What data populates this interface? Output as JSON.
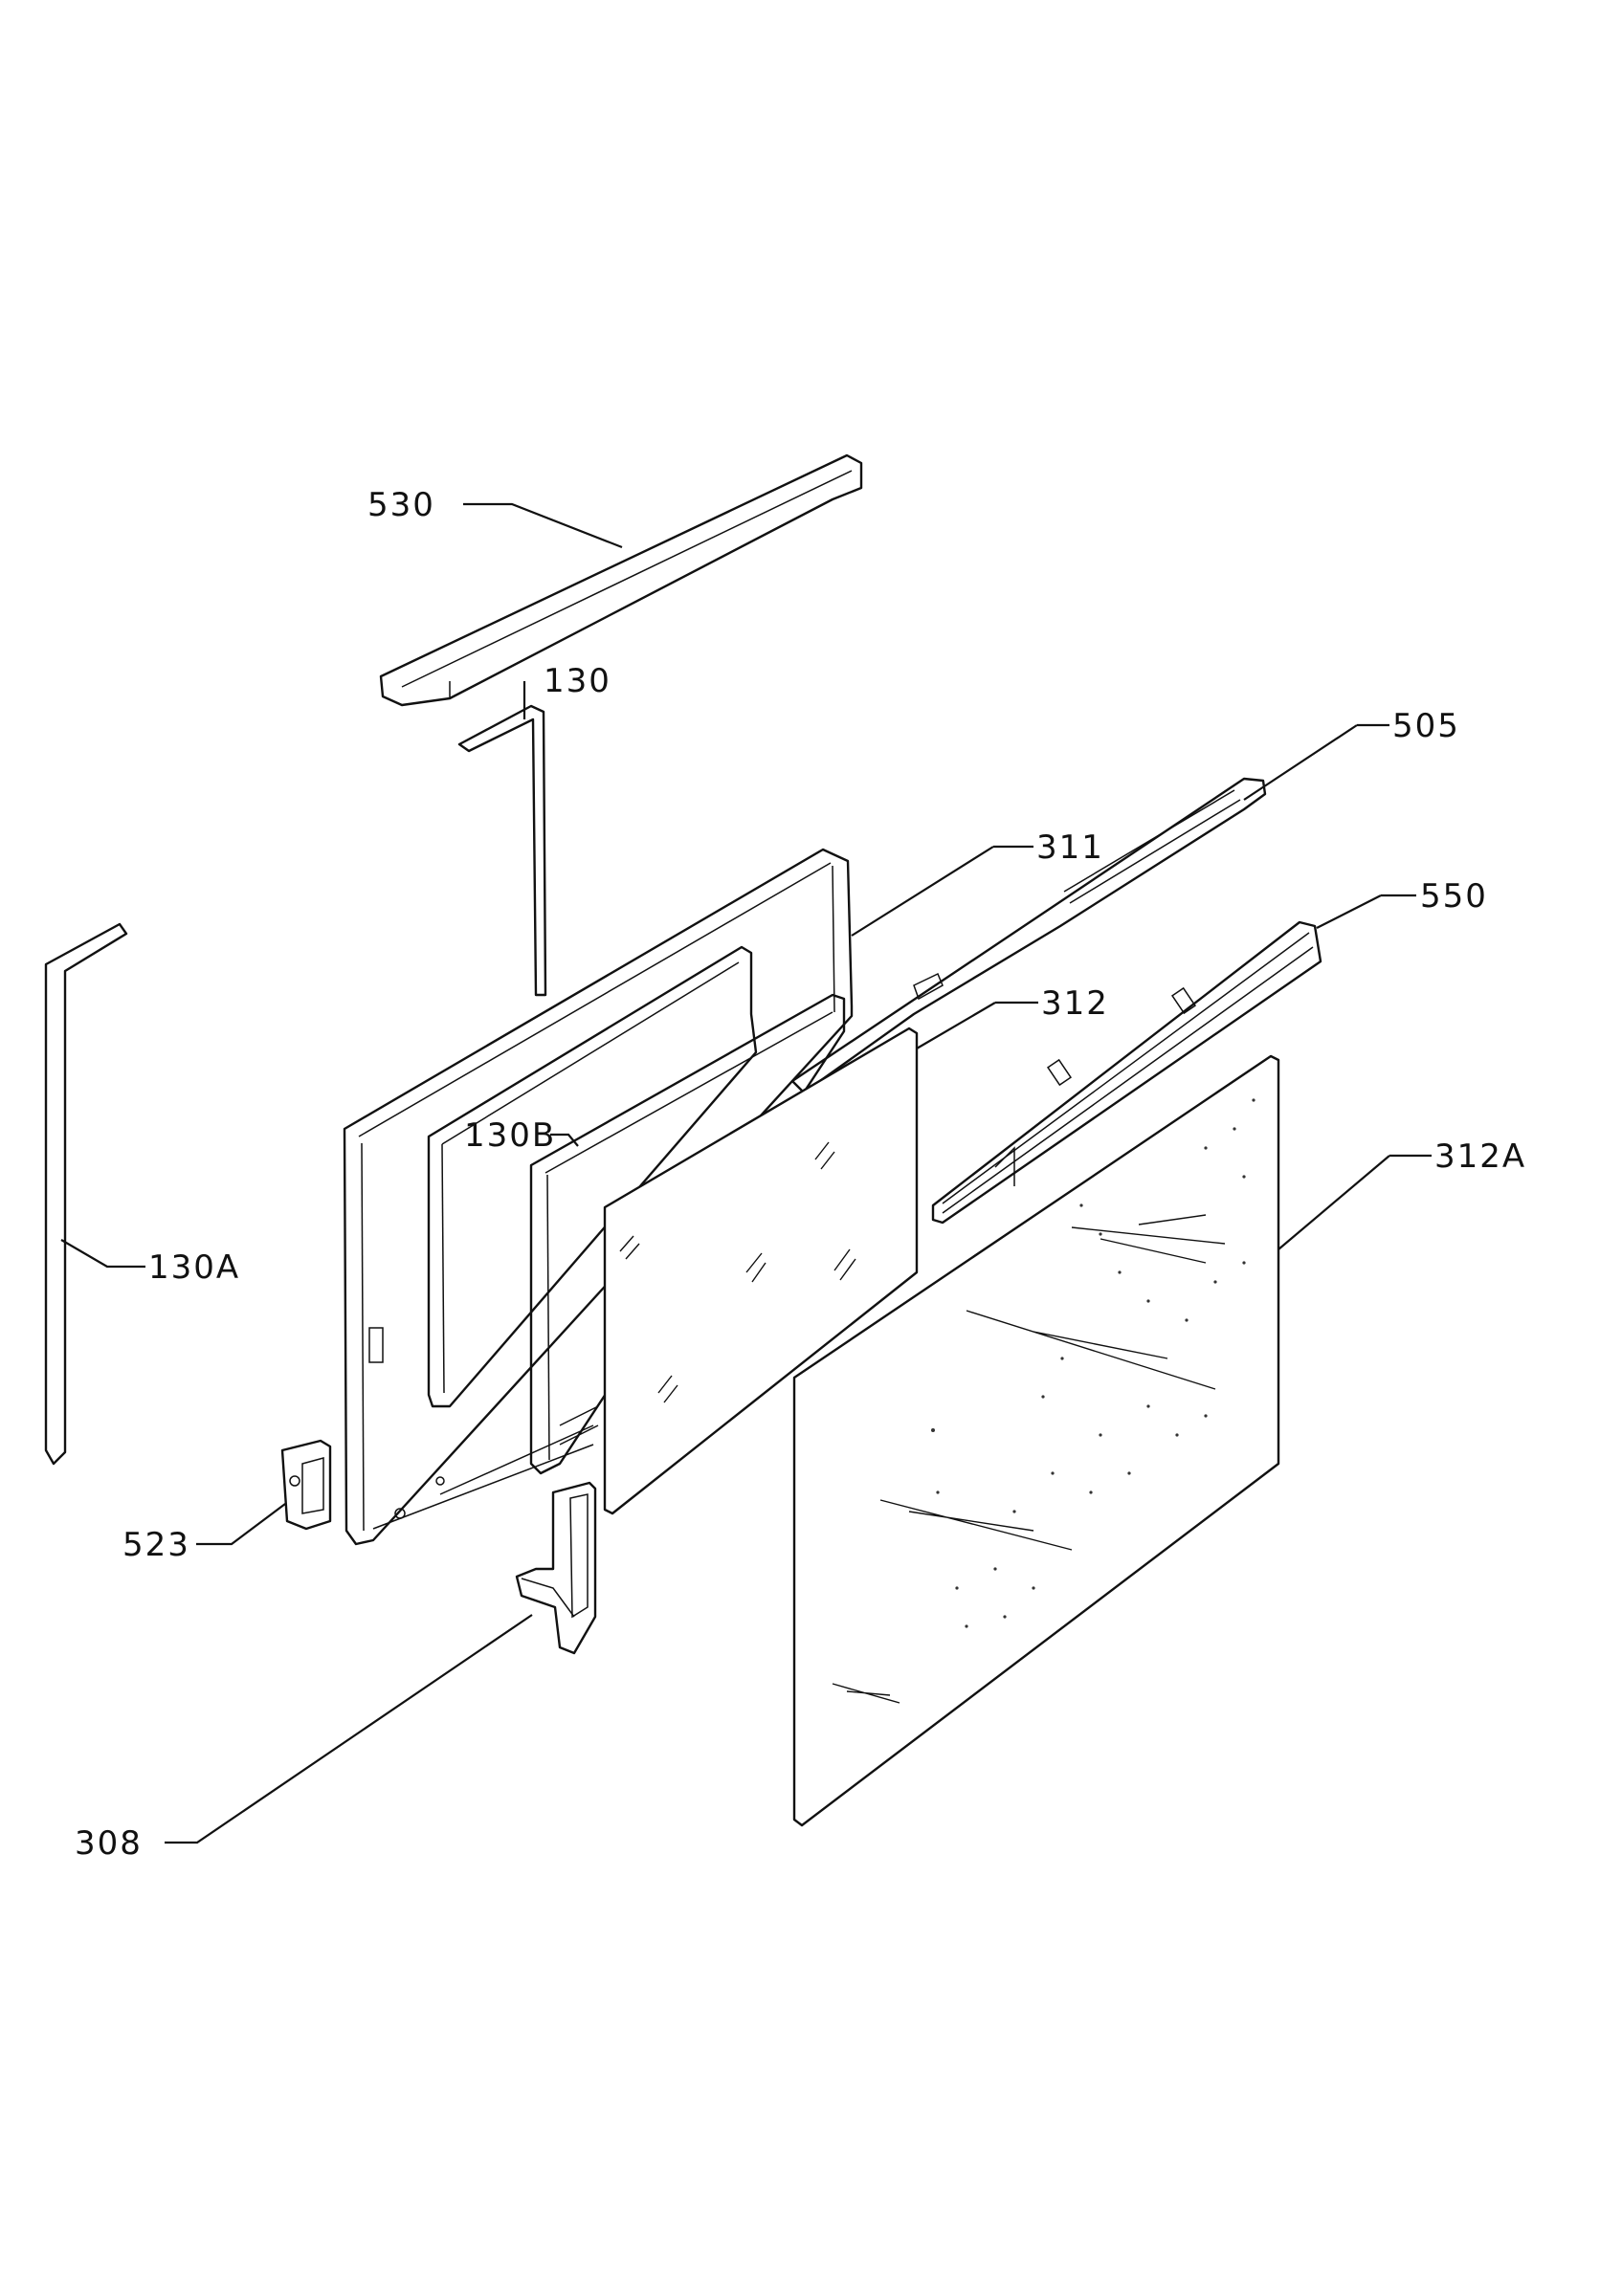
{
  "diagram": {
    "labels": [
      {
        "id": "530",
        "text": "530"
      },
      {
        "id": "130",
        "text": "130"
      },
      {
        "id": "505",
        "text": "505"
      },
      {
        "id": "311",
        "text": "311"
      },
      {
        "id": "550",
        "text": "550"
      },
      {
        "id": "312",
        "text": "312"
      },
      {
        "id": "130B",
        "text": "130B"
      },
      {
        "id": "312A",
        "text": "312A"
      },
      {
        "id": "130A",
        "text": "130A"
      },
      {
        "id": "523",
        "text": "523"
      },
      {
        "id": "308",
        "text": "308"
      }
    ]
  }
}
